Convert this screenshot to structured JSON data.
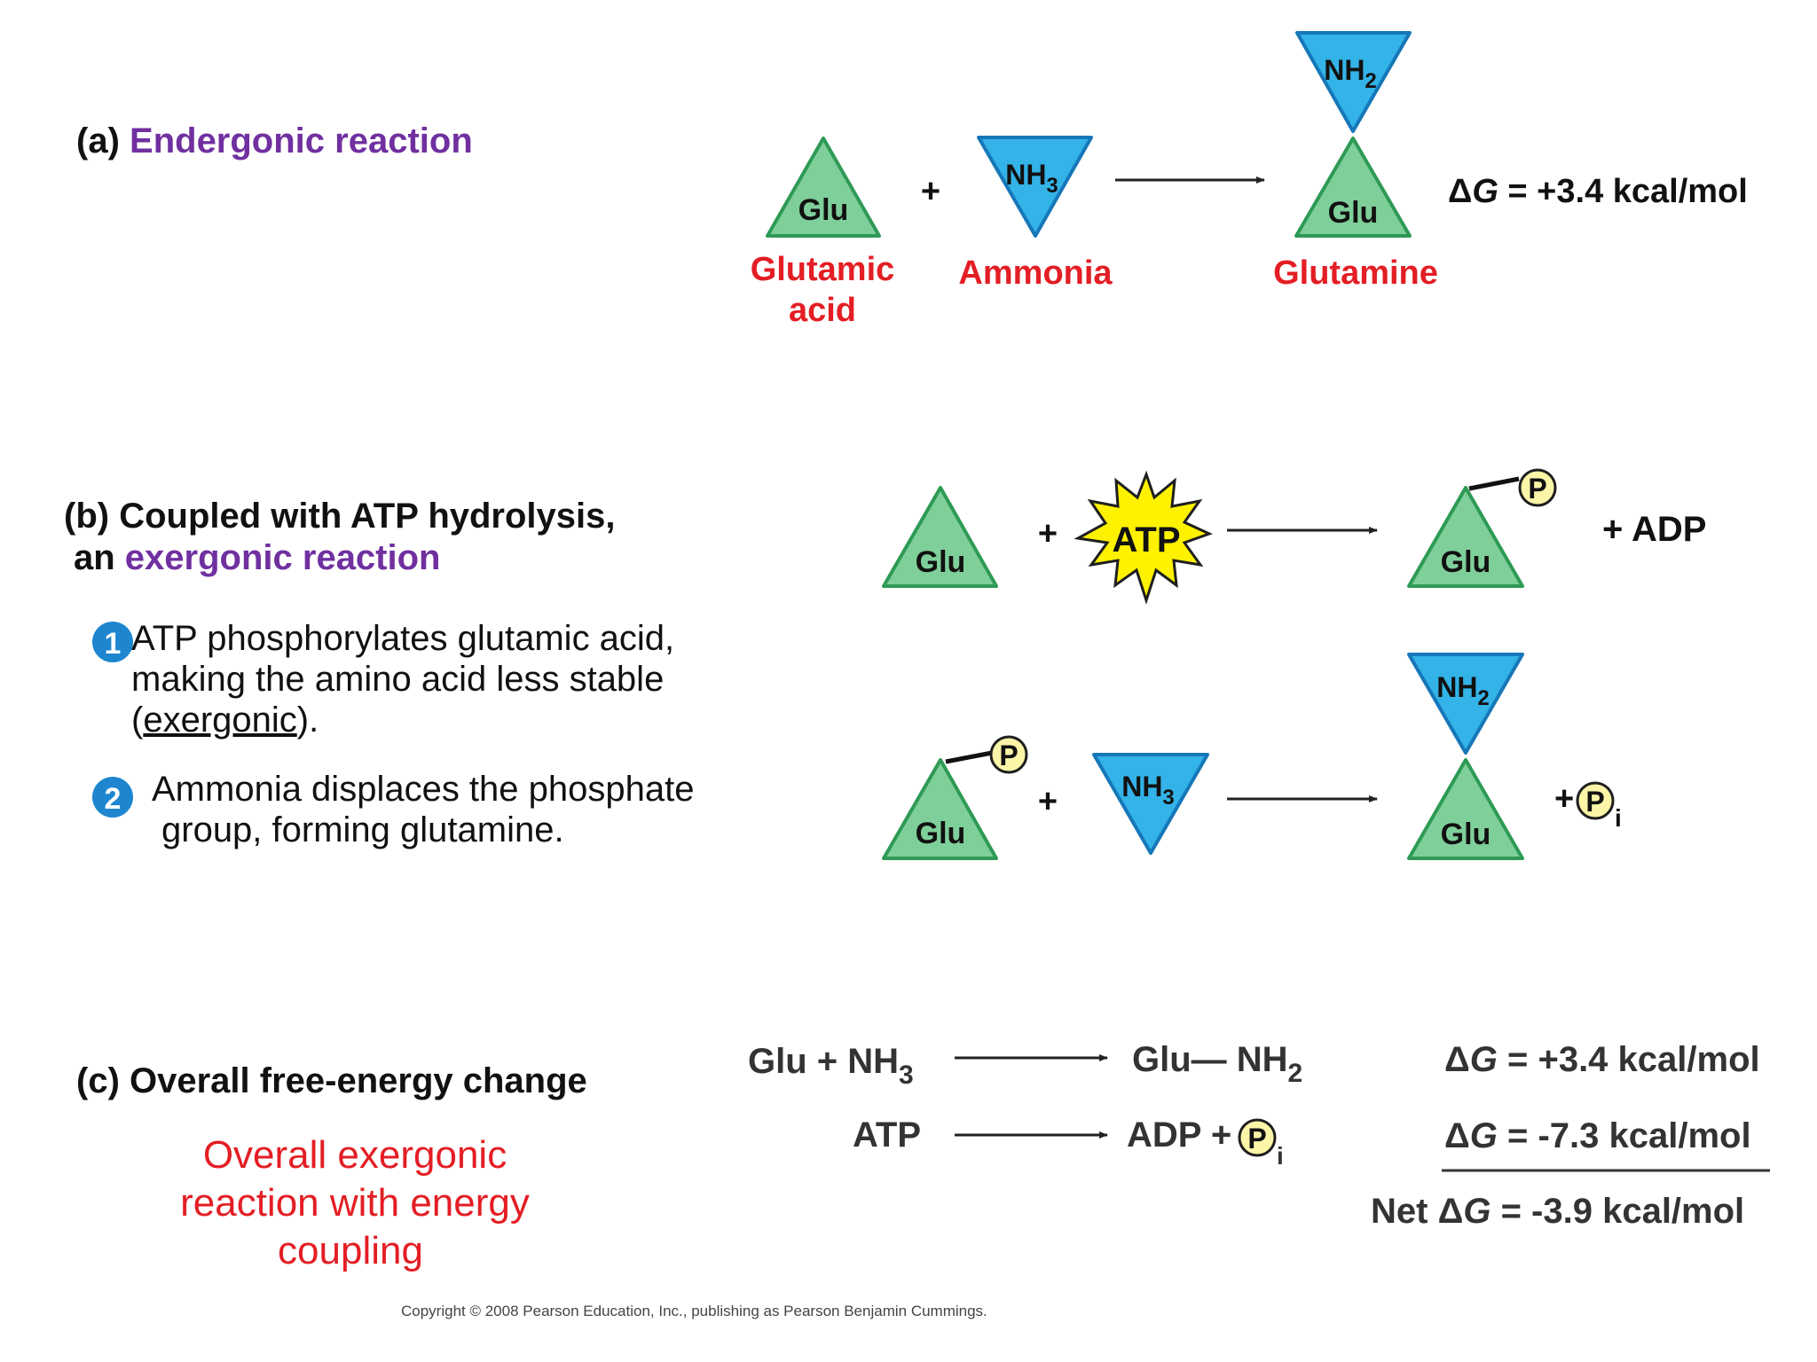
{
  "section_a": {
    "letter": "(a)",
    "title": "Endergonic reaction",
    "glu_label": "Glu",
    "plus": "+",
    "nh3_label": "NH",
    "nh3_sub": "3",
    "nh2_label": "NH",
    "nh2_sub": "2",
    "product_glu": "Glu",
    "name_glutamic_1": "Glutamic",
    "name_glutamic_2": "acid",
    "name_ammonia": "Ammonia",
    "name_glutamine": "Glutamine",
    "delta": "Δ",
    "g": "G",
    "dg_value": " = +3.4 kcal/mol"
  },
  "section_b": {
    "title_line1": "(b) Coupled with ATP hydrolysis,",
    "title_line2_prefix": "an ",
    "title_line2_colored": "exergonic reaction",
    "step1_number": "1",
    "step1_line1": "ATP phosphorylates glutamic acid,",
    "step1_line2": "making the amino acid less stable",
    "step1_paren_open": "(",
    "step1_underlined": "exergonic",
    "step1_paren_close": ").",
    "step2_number": "2",
    "step2_line1": "Ammonia displaces the phosphate",
    "step2_line2": "group, forming glutamine.",
    "row1": {
      "glu": "Glu",
      "plus": "+",
      "atp": "ATP",
      "product_glu": "Glu",
      "phosphate": "P",
      "adp": "+ ADP"
    },
    "row2": {
      "glu": "Glu",
      "phosphate": "P",
      "plus": "+",
      "nh3": "NH",
      "nh3_sub": "3",
      "nh2": "NH",
      "nh2_sub": "2",
      "product_glu": "Glu",
      "pi_plus": "+",
      "pi_p": "P",
      "pi_sub": "i"
    }
  },
  "section_c": {
    "title": "(c) Overall free-energy change",
    "note_line1": "Overall exergonic",
    "note_line2": "reaction with energy",
    "note_line3": "coupling",
    "eq1_left": "Glu + NH",
    "eq1_left_sub": "3",
    "eq1_right": "Glu— NH",
    "eq1_right_sub": "2",
    "eq2_left": "ATP",
    "eq2_right": "ADP +",
    "eq2_p": "P",
    "eq2_sub": "i",
    "dg1_delta": "Δ",
    "dg1_g": "G",
    "dg1_value": " = +3.4 kcal/mol",
    "dg2_delta": "Δ",
    "dg2_g": "G",
    "dg2_value": " = -7.3 kcal/mol",
    "net_prefix": "Net ",
    "net_delta": "Δ",
    "net_g": "G",
    "net_value": " = -3.9 kcal/mol"
  },
  "copyright": "Copyright © 2008 Pearson Education, Inc., publishing as Pearson Benjamin Cummings.",
  "colors": {
    "purple": "#7030a0",
    "red": "#e31e24",
    "green_fill": "#7fcf9a",
    "green_stroke": "#2e9a55",
    "blue_fill": "#33b3e8",
    "blue_stroke": "#1677b8",
    "yellow": "#fff200",
    "phosphate_fill": "#fbf5a8",
    "step_circle": "#1d86cf"
  }
}
